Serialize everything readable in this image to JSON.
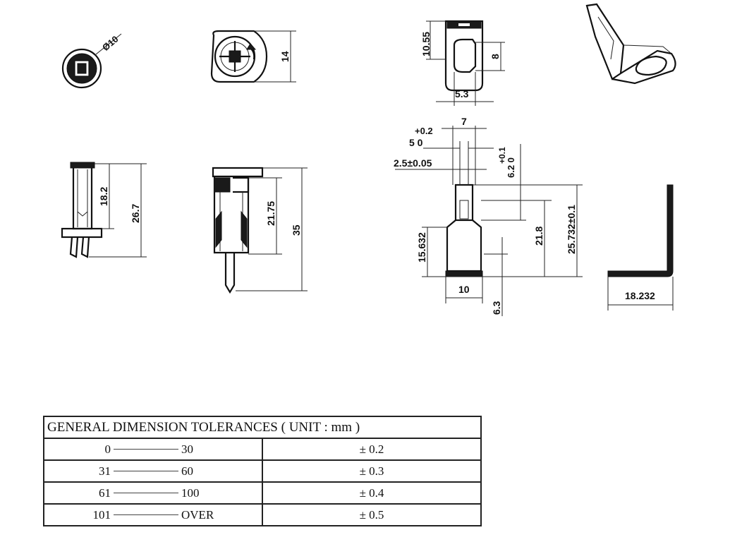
{
  "drawing": {
    "views": [
      {
        "id": "top-round",
        "labels": [
          "Ø10"
        ]
      },
      {
        "id": "top-knob",
        "labels": [
          "14"
        ]
      },
      {
        "id": "terminal-top",
        "labels": [
          "10.55",
          "8",
          "5.3"
        ]
      },
      {
        "id": "terminal-side",
        "labels": [
          "7",
          "+0.2",
          "5 0",
          "+0.1",
          "6.2 0",
          "2.5±0.05",
          "15.632",
          "21.8",
          "25.732±0.1",
          "10",
          "6.3"
        ]
      },
      {
        "id": "pin-front",
        "labels": [
          "18.2",
          "26.7"
        ]
      },
      {
        "id": "pin-side",
        "labels": [
          "21.75",
          "35"
        ]
      },
      {
        "id": "bracket",
        "labels": [
          "18.232"
        ]
      }
    ]
  },
  "tolerance_table": {
    "title": "GENERAL DIMENSION TOLERANCES ( UNIT : mm )",
    "rows": [
      {
        "from": "0",
        "to": "30",
        "tol": "± 0.2"
      },
      {
        "from": "31",
        "to": "60",
        "tol": "± 0.3"
      },
      {
        "from": "61",
        "to": "100",
        "tol": "± 0.4"
      },
      {
        "from": "101",
        "to": "OVER",
        "tol": "± 0.5"
      }
    ]
  }
}
